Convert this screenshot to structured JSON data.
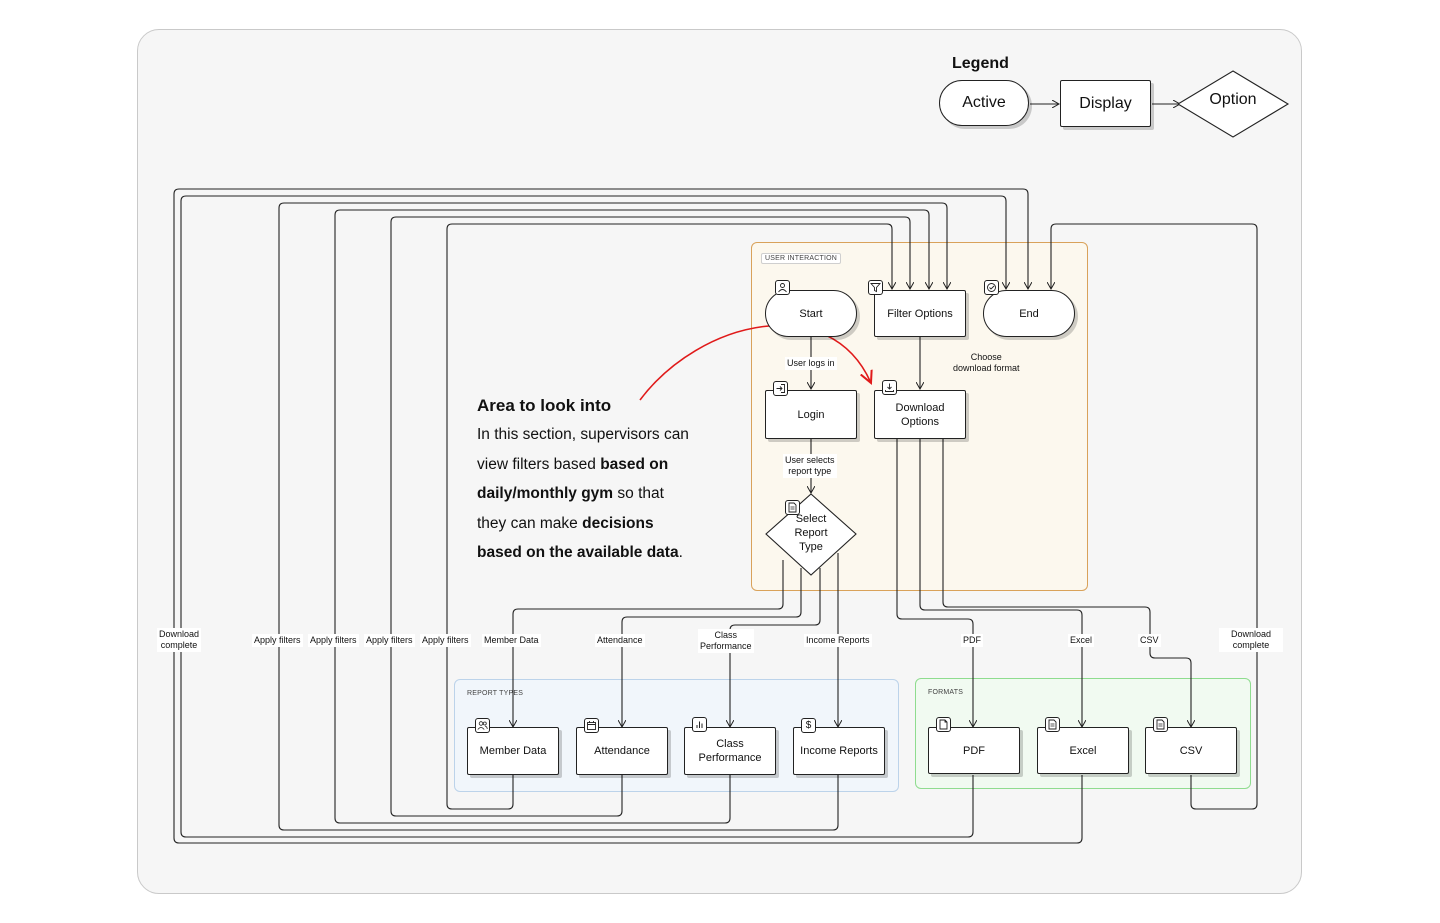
{
  "legend": {
    "title": "Legend",
    "active": "Active",
    "display": "Display",
    "option": "Option"
  },
  "groups": {
    "user_interaction": "USER INTERACTION",
    "report_types": "REPORT TYPES",
    "formats": "FORMATS"
  },
  "nodes": {
    "start": "Start",
    "filter_options": "Filter Options",
    "end": "End",
    "login": "Login",
    "download_options": [
      "Download",
      "Options"
    ],
    "select_report_type": [
      "Select",
      "Report",
      "Type"
    ],
    "member_data": "Member Data",
    "attendance": "Attendance",
    "class_performance": [
      "Class",
      "Performance"
    ],
    "income_reports": "Income Reports",
    "pdf": "PDF",
    "excel": "Excel",
    "csv": "CSV"
  },
  "edge_labels": {
    "user_logs_in": "User logs in",
    "user_selects_report_type": [
      "User selects",
      "report type"
    ],
    "choose_download_format": [
      "Choose",
      "download format"
    ],
    "download_complete_left": [
      "Download",
      "complete"
    ],
    "apply_filters_1": "Apply filters",
    "apply_filters_2": "Apply filters",
    "apply_filters_3": "Apply filters",
    "apply_filters_4": "Apply filters",
    "member_data": "Member Data",
    "attendance": "Attendance",
    "class_performance": [
      "Class",
      "Performance"
    ],
    "income_reports": "Income Reports",
    "pdf": "PDF",
    "excel": "Excel",
    "csv": "CSV",
    "download_complete_right": [
      "Download",
      "complete"
    ]
  },
  "annotation": {
    "title": "Area to look into",
    "line1": "In this section, supervisors can",
    "line2_a": "view filters based ",
    "line2_b": "based on",
    "line3_a": "daily/monthly gym",
    "line3_b": " so that",
    "line4_a": "they can make ",
    "line4_b": "decisions",
    "line5_a": "based on the available data",
    "line5_b": "."
  },
  "icons": {
    "start": "user-icon",
    "filter_options": "filter-icon",
    "end": "check-circle-icon",
    "login": "login-icon",
    "download_options": "download-icon",
    "select_report_type": "document-icon",
    "member_data": "users-icon",
    "attendance": "calendar-icon",
    "class_performance": "bar-chart-icon",
    "income_reports": "dollar-icon",
    "pdf": "file-icon",
    "excel": "document-icon",
    "csv": "document-icon"
  },
  "colors": {
    "user_interaction_fill": "#fcf8ee",
    "user_interaction_border": "#d9a25a",
    "report_types_fill": "#f1f6fb",
    "report_types_border": "#bcd3ea",
    "formats_fill": "#f1faf1",
    "formats_border": "#8fdc8f",
    "annotation_arrow": "#e01a1a"
  }
}
